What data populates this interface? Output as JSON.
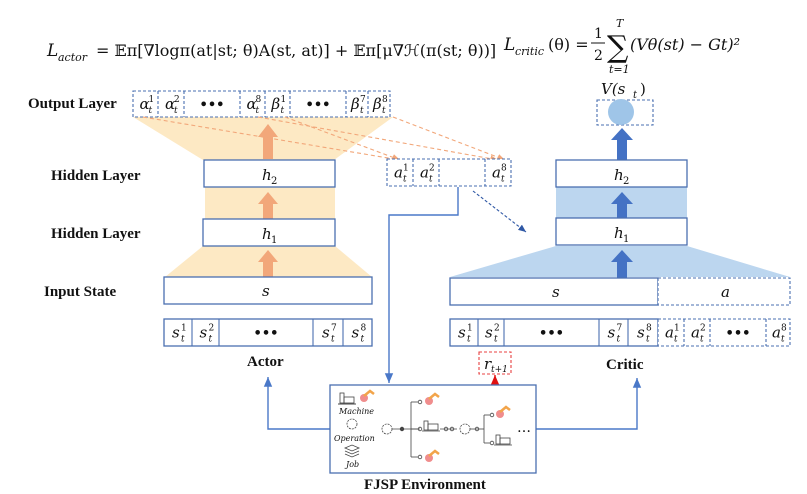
{
  "equations": {
    "actor_loss": "L_actor = 𝔼π[∇logπ(a_t|s_t;θ)A(s_t,a_t)] + 𝔼π[μ∇ℋ(π(s_t;θ))]",
    "actor_loss_lhs": "L",
    "actor_loss_lhs_sub": "actor",
    "actor_loss_rhs": "= 𝔼π[∇logπ(at|st; θ)A(st, at)] + 𝔼π[μ∇ℋ(π(st; θ))]",
    "critic_loss_lhs": "L",
    "critic_loss_lhs_sub": "critic",
    "critic_loss_theta": "(θ) =",
    "critic_half": "1",
    "critic_half_den": "2",
    "critic_sum": "∑",
    "critic_sum_top": "T",
    "critic_sum_bottom": "t=1",
    "critic_body": "(Vθ(st) − Gt)²"
  },
  "row_labels": {
    "output_layer": "Output Layer",
    "hidden_layer_2": "Hidden Layer",
    "hidden_layer_1": "Hidden Layer",
    "input_state": "Input State"
  },
  "actor": {
    "title": "Actor",
    "output_cells": [
      {
        "base": "α",
        "sup": "1",
        "sub": "t"
      },
      {
        "base": "α",
        "sup": "2",
        "sub": "t"
      },
      {
        "base": "•••",
        "sup": "",
        "sub": ""
      },
      {
        "base": "α",
        "sup": "8",
        "sub": "t"
      },
      {
        "base": "β",
        "sup": "1",
        "sub": "t"
      },
      {
        "base": "•••",
        "sup": "",
        "sub": ""
      },
      {
        "base": "β",
        "sup": "7",
        "sub": "t"
      },
      {
        "base": "β",
        "sup": "8",
        "sub": "t"
      }
    ],
    "hidden2": "h",
    "hidden2_sub": "2",
    "hidden1": "h",
    "hidden1_sub": "1",
    "input": "s",
    "state_cells": [
      {
        "base": "s",
        "sup": "1",
        "sub": "t"
      },
      {
        "base": "s",
        "sup": "2",
        "sub": "t"
      },
      {
        "base": "•••",
        "sup": "",
        "sub": ""
      },
      {
        "base": "s",
        "sup": "7",
        "sub": "t"
      },
      {
        "base": "s",
        "sup": "8",
        "sub": "t"
      }
    ]
  },
  "action": {
    "cells": [
      {
        "base": "a",
        "sup": "1",
        "sub": "t"
      },
      {
        "base": "a",
        "sup": "2",
        "sub": "t"
      },
      {
        "base": "",
        "sup": "",
        "sub": ""
      },
      {
        "base": "a",
        "sup": "8",
        "sub": "t"
      }
    ]
  },
  "critic": {
    "title": "Critic",
    "value_label": "V(st)",
    "value_base": "V(s",
    "value_sub": "t",
    "value_close": ")",
    "hidden2": "h",
    "hidden2_sub": "2",
    "hidden1": "h",
    "hidden1_sub": "1",
    "input_state": "s",
    "input_action": "a",
    "state_cells": [
      {
        "base": "s",
        "sup": "1",
        "sub": "t"
      },
      {
        "base": "s",
        "sup": "2",
        "sub": "t"
      },
      {
        "base": "•••",
        "sup": "",
        "sub": ""
      },
      {
        "base": "s",
        "sup": "7",
        "sub": "t"
      },
      {
        "base": "s",
        "sup": "8",
        "sub": "t"
      }
    ],
    "action_cells": [
      {
        "base": "a",
        "sup": "1",
        "sub": "t"
      },
      {
        "base": "a",
        "sup": "2",
        "sub": "t"
      },
      {
        "base": "•••",
        "sup": "",
        "sub": ""
      },
      {
        "base": "a",
        "sup": "8",
        "sub": "t"
      }
    ]
  },
  "reward": {
    "base": "r",
    "sub": "t+1"
  },
  "environment": {
    "title": "FJSP Environment",
    "legend": [
      "Machine",
      "Operation",
      "Job"
    ],
    "ellipsis": "…"
  },
  "colors": {
    "actor_fill": "#fde9c4",
    "actor_arrow": "#f2a77a",
    "critic_fill": "#bcd6ef",
    "critic_arrow": "#4472c4",
    "box_stroke": "#4a6fb0",
    "reward_stroke": "#e84040",
    "value_node": "#9fc5e8"
  }
}
